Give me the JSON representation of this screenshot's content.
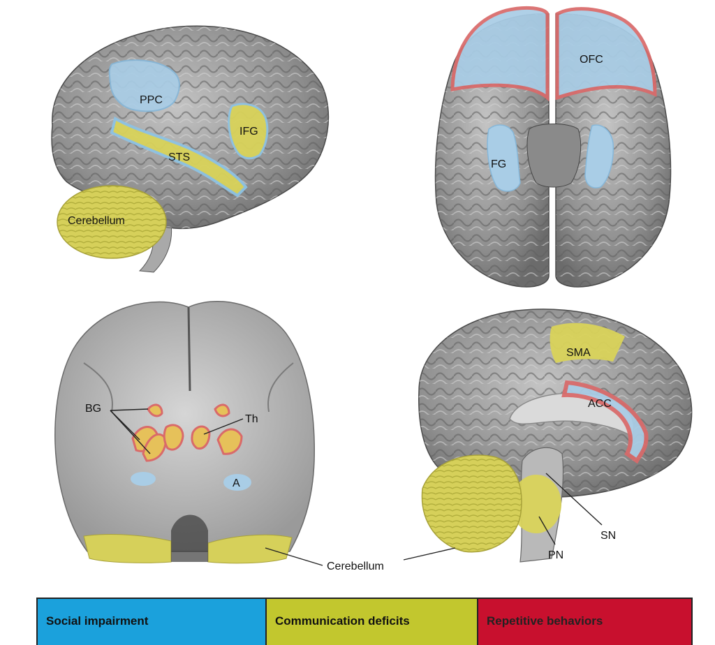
{
  "colors": {
    "social": "#1ba1dc",
    "communication": "#c2c72e",
    "repetitive": "#c8102e",
    "blue_region": "#a9cde6",
    "yellow_region": "#d9d35a",
    "red_outline": "#d96a6a",
    "brain": "#9c9c9c"
  },
  "labels": {
    "ppc": "PPC",
    "ifg": "IFG",
    "sts": "STS",
    "cerebellum_lateral": "Cerebellum",
    "ofc": "OFC",
    "fg": "FG",
    "bg": "BG",
    "th": "Th",
    "a": "A",
    "sma": "SMA",
    "acc": "ACC",
    "sn": "SN",
    "pn": "PN",
    "cerebellum_bottom": "Cerebellum"
  },
  "legend": [
    {
      "name": "legend-social",
      "label": "Social impairment",
      "color": "#1ba1dc",
      "text_color": "#111111"
    },
    {
      "name": "legend-communication",
      "label": "Communication deficits",
      "color": "#c2c72e",
      "text_color": "#111111"
    },
    {
      "name": "legend-repetitive",
      "label": "Repetitive behaviors",
      "color": "#c8102e",
      "text_color": "#222222"
    }
  ]
}
